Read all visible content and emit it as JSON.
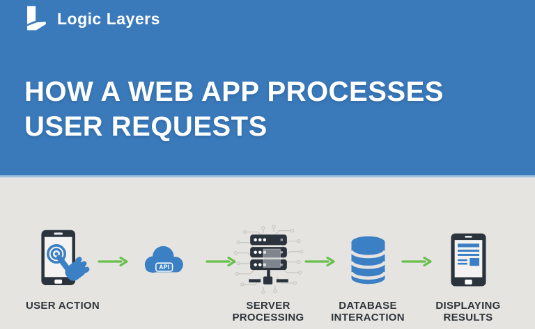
{
  "brand": {
    "name": "Logic Layers"
  },
  "header": {
    "title_line1": "HOW A WEB APP PROCESSES",
    "title_line2": "USER REQUESTS"
  },
  "flow": {
    "steps": [
      {
        "id": "user-action",
        "label_line1": "USER ACTION",
        "label_line2": ""
      },
      {
        "id": "api-cloud",
        "api_label": "API"
      },
      {
        "id": "server-processing",
        "label_line1": "SERVER",
        "label_line2": "PROCESSING"
      },
      {
        "id": "database-interaction",
        "label_line1": "DATABASE",
        "label_line2": "INTERACTION"
      },
      {
        "id": "displaying-results",
        "label_line1": "DISPLAYING",
        "label_line2": "RESULTS"
      }
    ]
  },
  "colors": {
    "header_blue": "#3a7abb",
    "divider_blue": "#9dbedd",
    "background_gray": "#e5e4e1",
    "arrow_green": "#68bf4b",
    "icon_blue": "#3b7fc4",
    "icon_dark": "#2b333d",
    "label_dark": "#2f353b",
    "screen_white": "#f4f3f1",
    "circuit_gray": "#c7c6c3"
  }
}
